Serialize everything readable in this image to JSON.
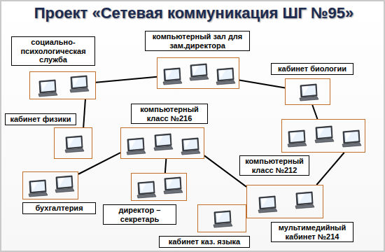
{
  "diagram": {
    "title": "Проект «Сетевая коммуникация ШГ №95»",
    "nodes": [
      {
        "text": [
          "социально-психологическая служба"
        ]
      },
      {
        "text": [
          "компьютерный зал для зам.директора"
        ]
      },
      {
        "text": [
          "кабинет биологии"
        ]
      },
      {
        "text": [
          "кабинет физики"
        ]
      },
      {
        "text": [
          "компьютерный класс №216"
        ]
      },
      {
        "text": [
          "компьютерный класс №212"
        ]
      },
      {
        "text": [
          "бухгалтерия"
        ]
      },
      {
        "text": [
          "директор – секретарь"
        ]
      },
      {
        "text": [
          "кабинет каз. языка"
        ]
      },
      {
        "text": [
          "мультимедийный кабинет №214"
        ]
      }
    ],
    "edges": [
      {
        "from": 0,
        "to": 1,
        "arrow": "none"
      },
      {
        "from": 1,
        "to": 2,
        "arrow": "none"
      },
      {
        "from": 2,
        "to": 5,
        "arrow": "none"
      },
      {
        "from": 0,
        "to": 3,
        "arrow": "none"
      },
      {
        "from": 4,
        "to": 6,
        "arrow": "none"
      },
      {
        "from": 4,
        "to": 7,
        "arrow": "none"
      },
      {
        "from": 4,
        "to": 9,
        "arrow": "none"
      },
      {
        "from": 5,
        "to": 9,
        "arrow": "none"
      },
      {
        "from": 8,
        "to": 9,
        "arrow": "none"
      }
    ]
  }
}
